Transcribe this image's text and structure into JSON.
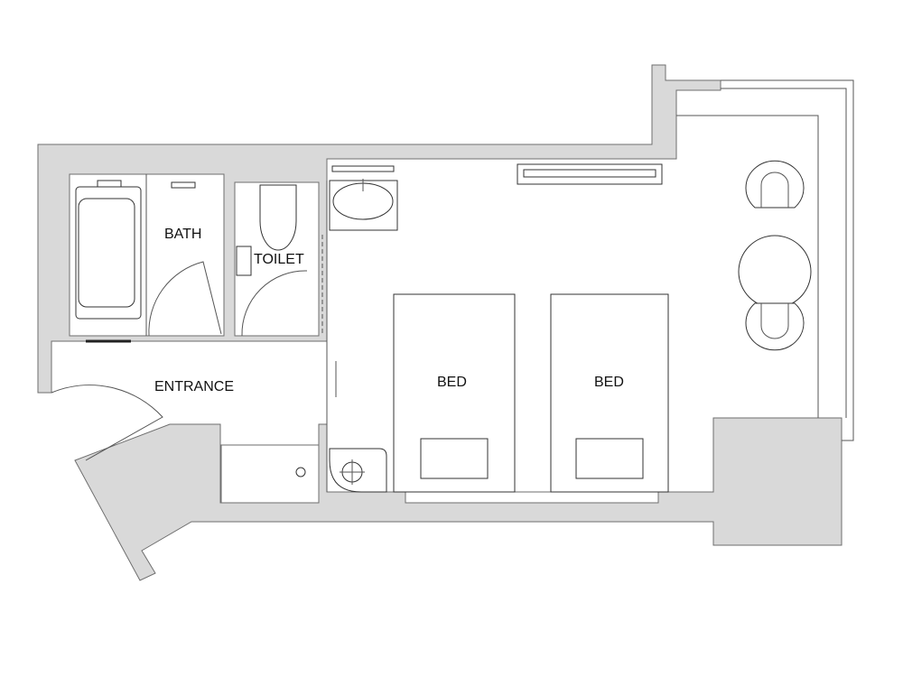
{
  "plan": {
    "rooms": {
      "bath": "BATH",
      "toilet": "TOILET",
      "entrance": "ENTRANCE",
      "bed_left": "BED",
      "bed_right": "BED"
    },
    "colors": {
      "wall": "#d9d9d9",
      "line": "#6e6e6e",
      "background": "#ffffff"
    }
  }
}
